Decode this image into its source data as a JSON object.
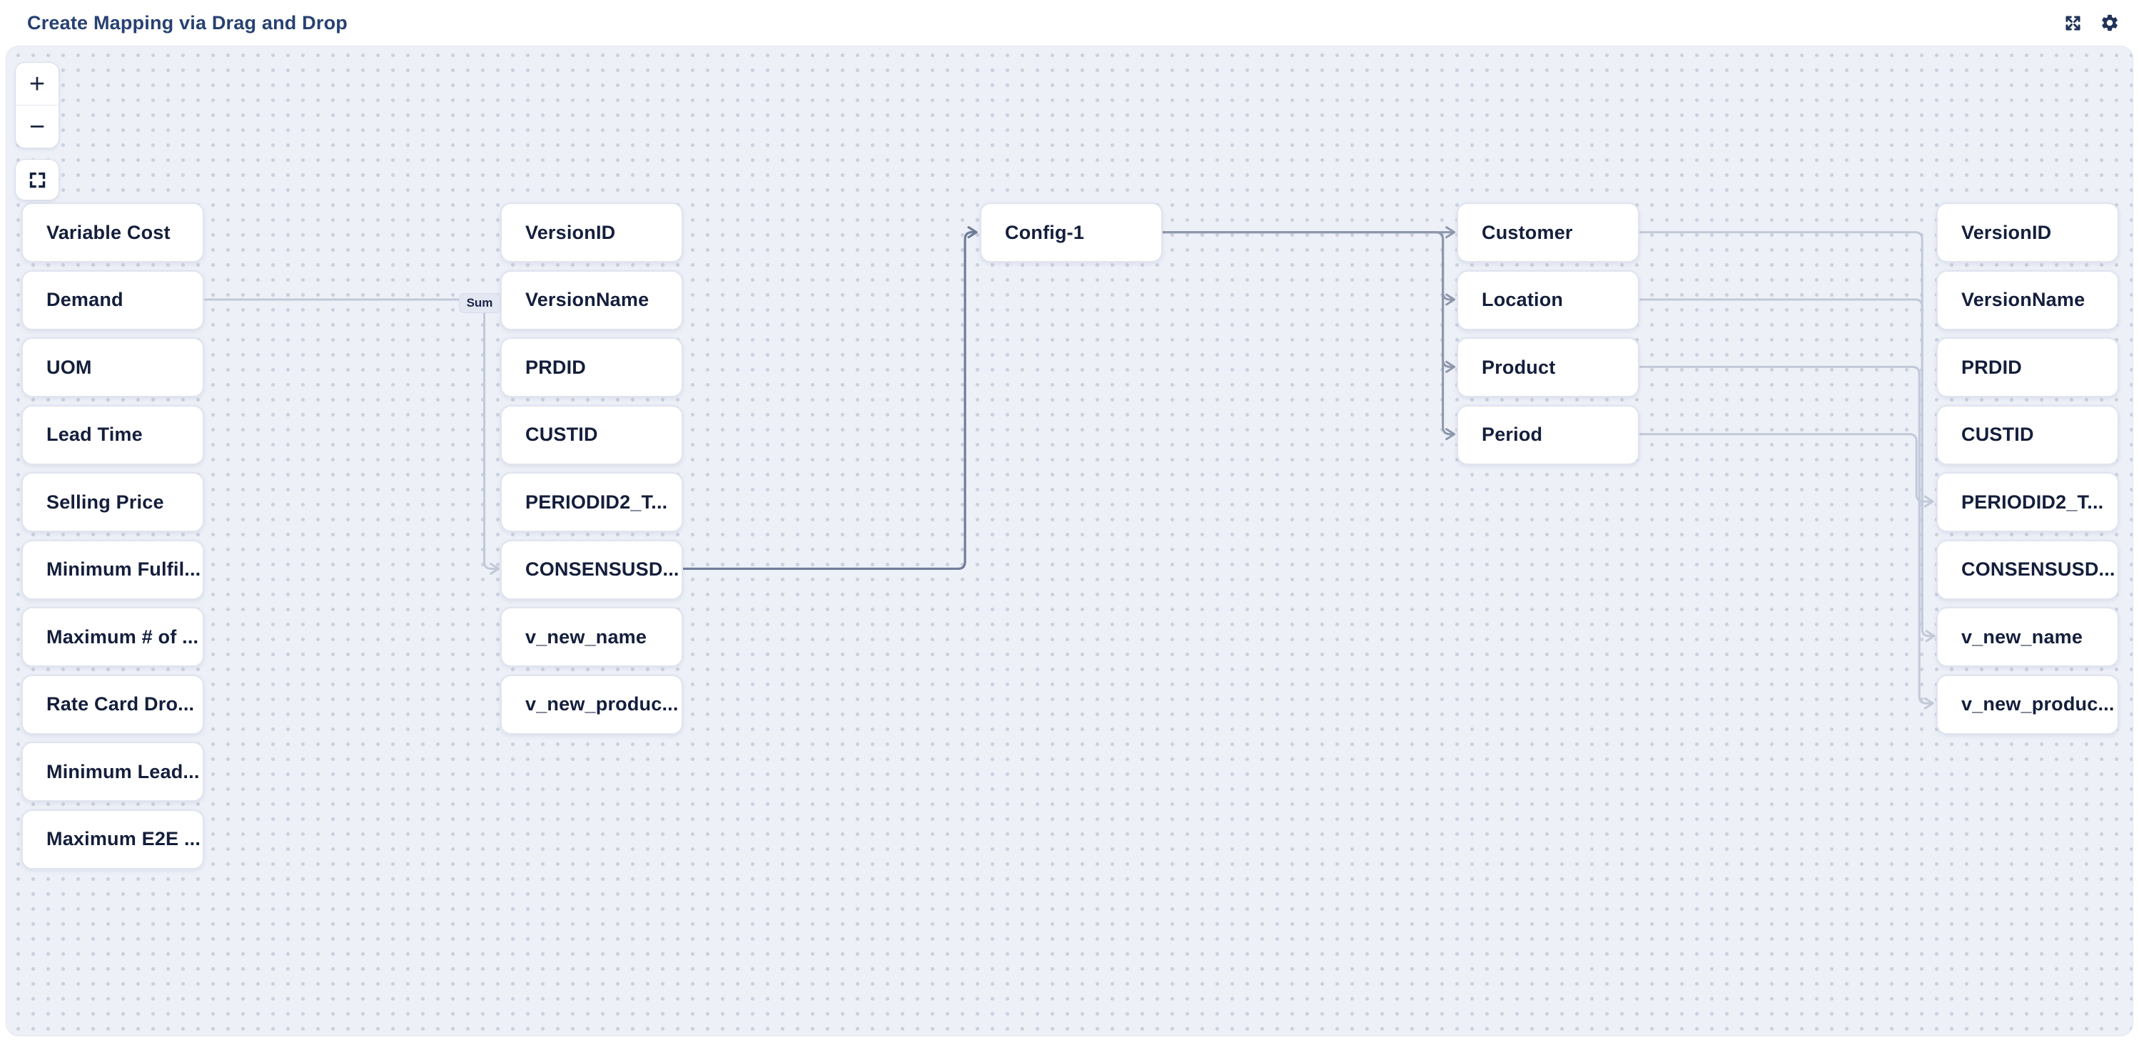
{
  "header": {
    "title": "Create Mapping via Drag and Drop"
  },
  "controls": {
    "zoom_in": "+",
    "zoom_out": "−"
  },
  "graph": {
    "source_fields": [
      "Variable Cost",
      "Demand",
      "UOM",
      "Lead Time",
      "Selling Price",
      "Minimum Fulfil...",
      "Maximum # of ...",
      "Rate Card Dro...",
      "Minimum Lead...",
      "Maximum E2E ..."
    ],
    "staging_fields": [
      "VersionID",
      "VersionName",
      "PRDID",
      "CUSTID",
      "PERIODID2_T...",
      "CONSENSUSD...",
      "v_new_name",
      "v_new_produc..."
    ],
    "config_node": "Config-1",
    "dimension_fields": [
      "Customer",
      "Location",
      "Product",
      "Period"
    ],
    "target_fields": [
      "VersionID",
      "VersionName",
      "PRDID",
      "CUSTID",
      "PERIODID2_T...",
      "CONSENSUSD...",
      "v_new_name",
      "v_new_produc..."
    ],
    "edges": [
      {
        "source": "Demand",
        "target": "CONSENSUSD...",
        "label": "Sum"
      },
      {
        "source": "CONSENSUSD...",
        "target": "Config-1",
        "label": ""
      },
      {
        "source": "Config-1",
        "target": "Customer",
        "label": ""
      },
      {
        "source": "Config-1",
        "target": "Location",
        "label": ""
      },
      {
        "source": "Config-1",
        "target": "Product",
        "label": ""
      },
      {
        "source": "Config-1",
        "target": "Period",
        "label": ""
      },
      {
        "source": "Customer",
        "target": "v_new_name",
        "label": ""
      },
      {
        "source": "Location",
        "target": "v_new_name",
        "label": ""
      },
      {
        "source": "Product",
        "target": "v_new_produc...",
        "label": ""
      },
      {
        "source": "Period",
        "target": "PERIODID2_T...",
        "label": ""
      }
    ]
  }
}
